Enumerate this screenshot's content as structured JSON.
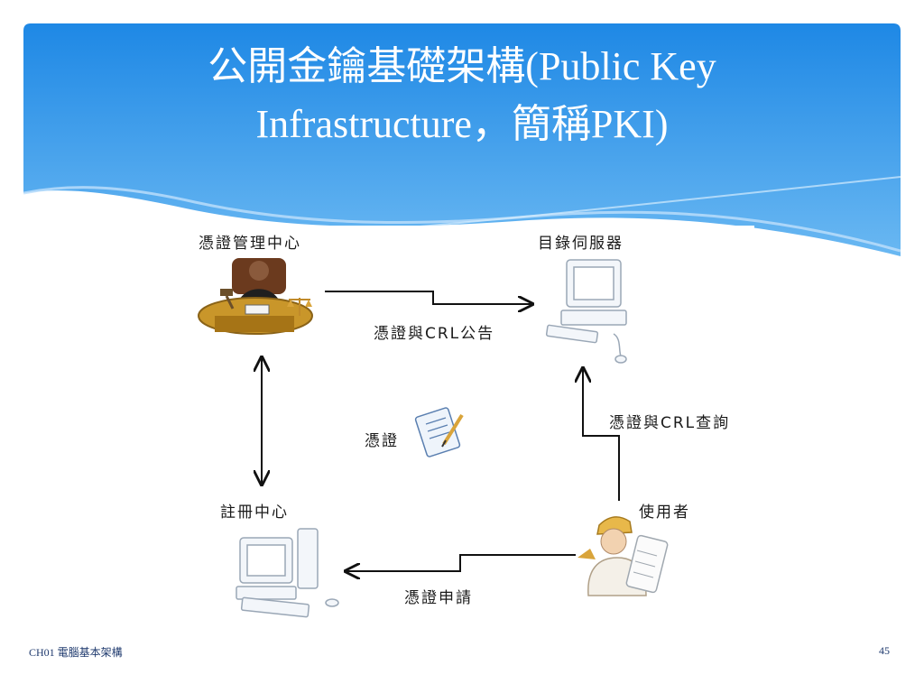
{
  "slide": {
    "title_line1": "公開金鑰基礎架構(Public Key",
    "title_line2": "Infrastructure，簡稱PKI)",
    "footer": "CH01 電腦基本架構",
    "page_number": "45"
  },
  "diagram": {
    "nodes": {
      "ca": "憑證管理中心",
      "directory": "目錄伺服器",
      "ra": "註冊中心",
      "user": "使用者"
    },
    "edges": {
      "publish": "憑證與CRL公告",
      "query": "憑證與CRL查詢",
      "apply": "憑證申請"
    },
    "certificate": "憑證"
  },
  "colors": {
    "header_top": "#1e88e5",
    "header_bottom": "#64b5f6",
    "footer_text": "#1f3a6e"
  }
}
